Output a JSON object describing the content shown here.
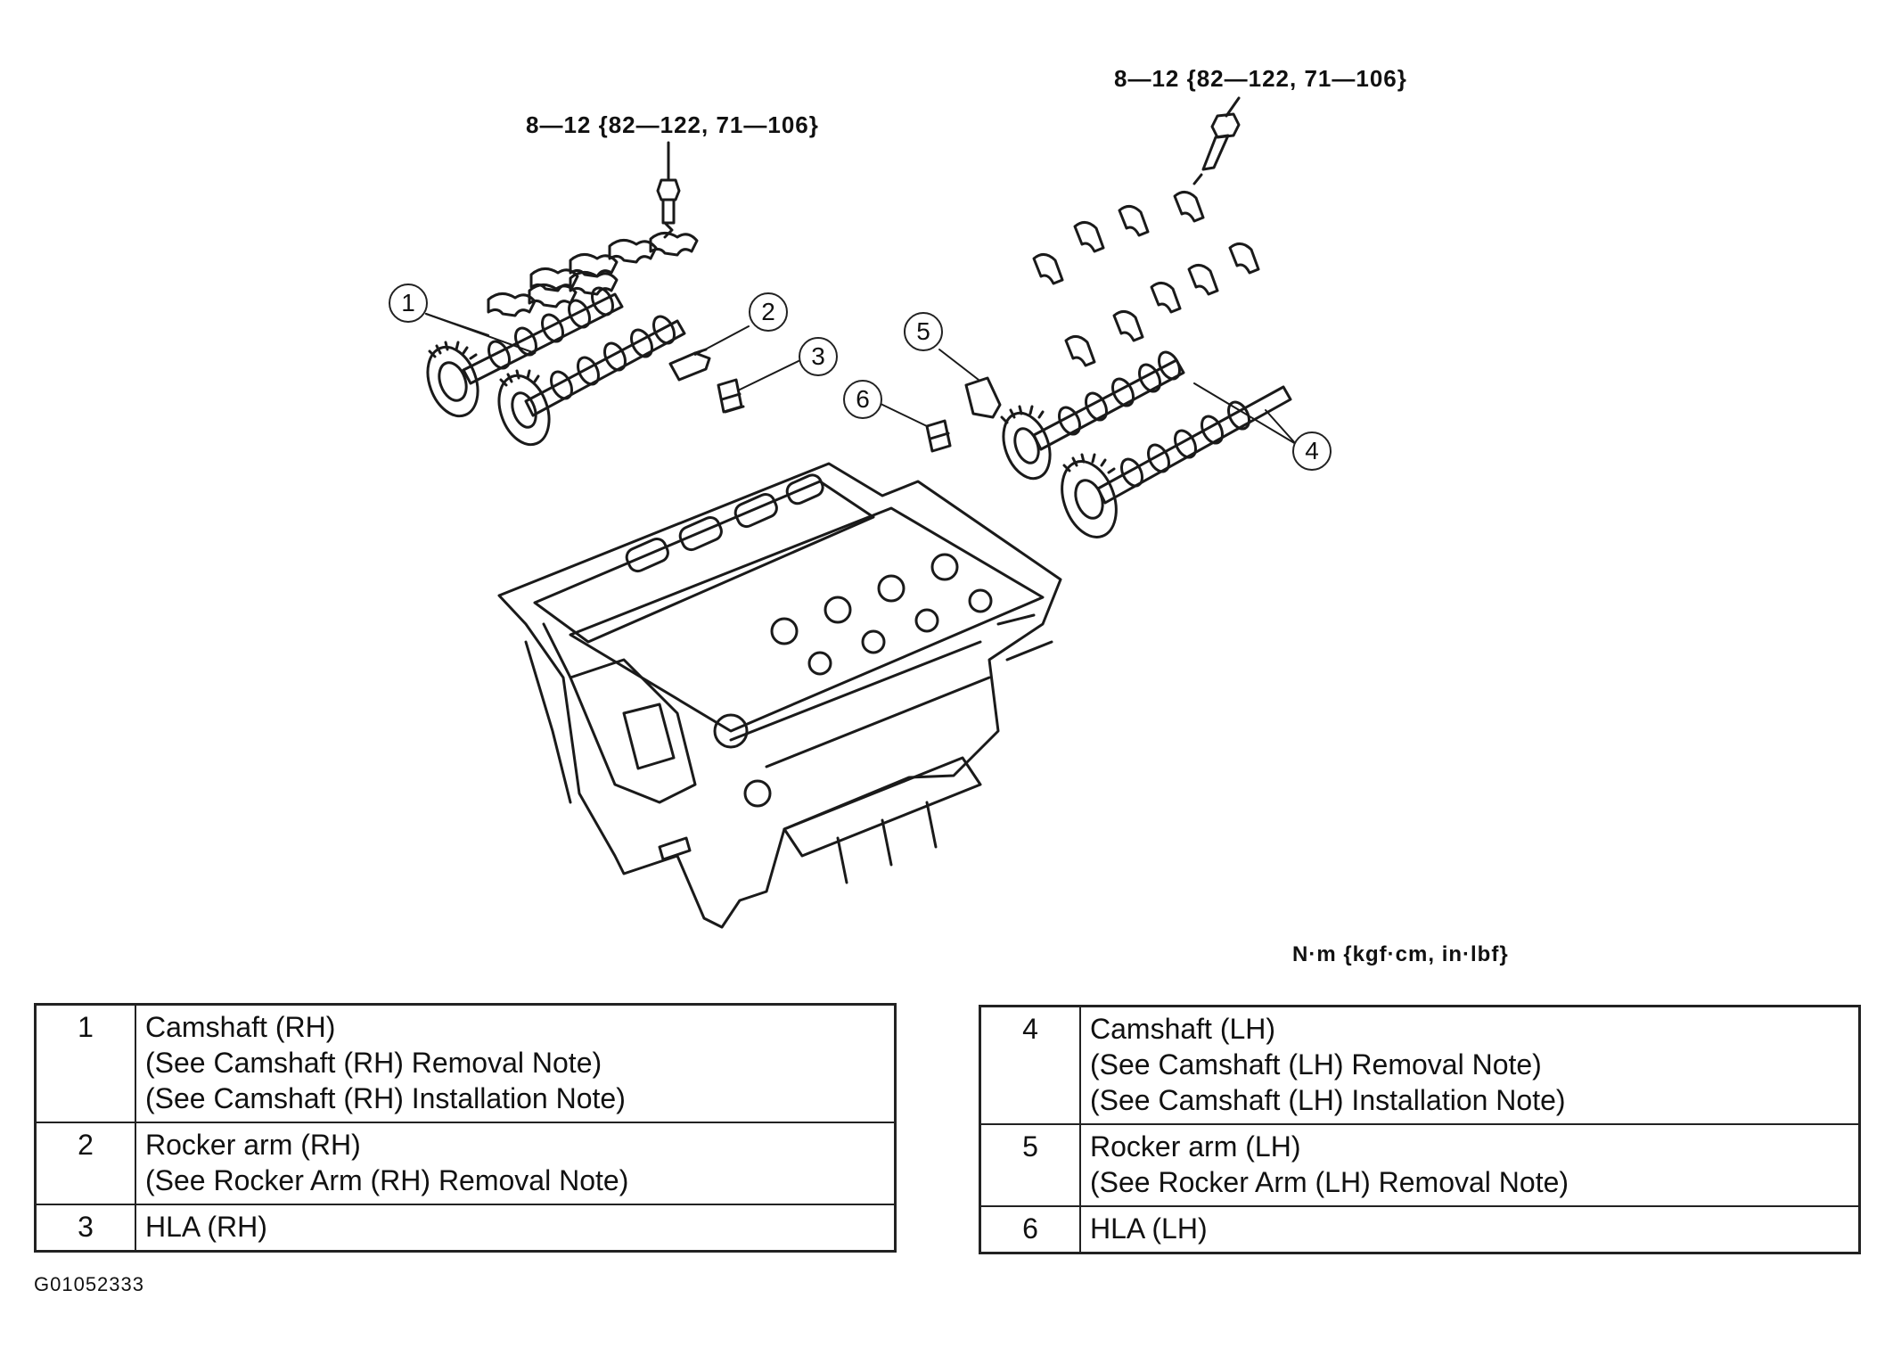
{
  "diagram": {
    "torque_rh": "8—12 {82—122, 71—106}",
    "torque_lh": "8—12 {82—122, 71—106}",
    "units": "N·m {kgf·cm, in·lbf}",
    "callouts": [
      "1",
      "2",
      "3",
      "4",
      "5",
      "6"
    ]
  },
  "parts_rh": [
    {
      "num": "1",
      "lines": [
        "Camshaft (RH)",
        "(See Camshaft (RH) Removal Note)",
        "(See Camshaft (RH) Installation Note)"
      ]
    },
    {
      "num": "2",
      "lines": [
        "Rocker arm (RH)",
        "(See Rocker Arm (RH) Removal Note)"
      ]
    },
    {
      "num": "3",
      "lines": [
        "HLA (RH)"
      ]
    }
  ],
  "parts_lh": [
    {
      "num": "4",
      "lines": [
        "Camshaft (LH)",
        "(See Camshaft (LH) Removal Note)",
        "(See Camshaft (LH) Installation Note)"
      ]
    },
    {
      "num": "5",
      "lines": [
        "Rocker arm (LH)",
        "(See Rocker Arm (LH) Removal Note)"
      ]
    },
    {
      "num": "6",
      "lines": [
        "HLA (LH)"
      ]
    }
  ],
  "figure_id": "G01052333"
}
